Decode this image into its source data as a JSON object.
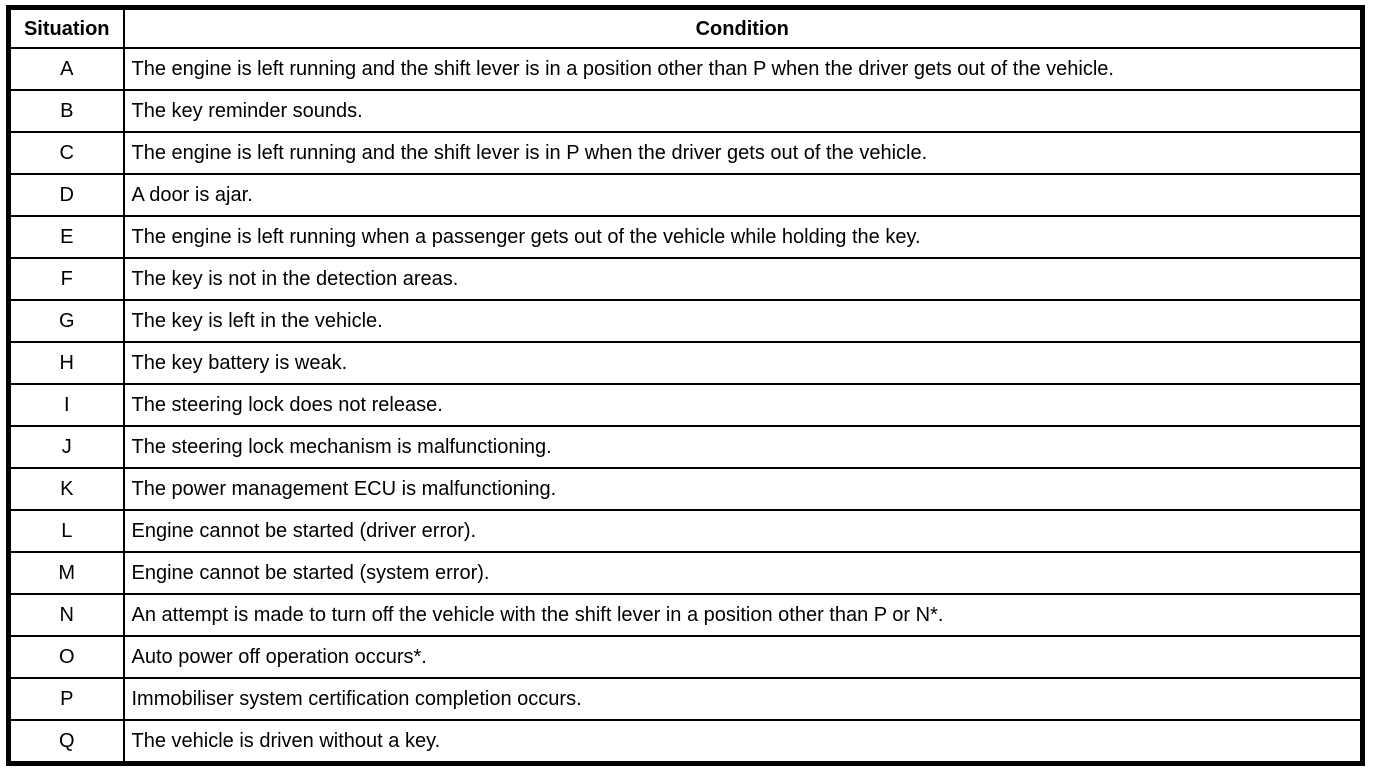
{
  "colors": {
    "border": "#000000",
    "text": "#000000",
    "background": "#ffffff"
  },
  "table": {
    "headers": {
      "situation": "Situation",
      "condition": "Condition"
    },
    "rows": [
      {
        "situation": "A",
        "condition": "The engine is left running and the shift lever is in a position other than P when the driver gets out of the vehicle."
      },
      {
        "situation": "B",
        "condition": "The key reminder sounds."
      },
      {
        "situation": "C",
        "condition": "The engine is left running and the shift lever is in P when the driver gets out of the vehicle."
      },
      {
        "situation": "D",
        "condition": "A door is ajar."
      },
      {
        "situation": "E",
        "condition": "The engine is left running when a passenger gets out of the vehicle while holding the key."
      },
      {
        "situation": "F",
        "condition": "The key is not in the detection areas."
      },
      {
        "situation": "G",
        "condition": "The key is left in the vehicle."
      },
      {
        "situation": "H",
        "condition": "The key battery is weak."
      },
      {
        "situation": "I",
        "condition": "The steering lock does not release."
      },
      {
        "situation": "J",
        "condition": "The steering lock mechanism is malfunctioning."
      },
      {
        "situation": "K",
        "condition": "The power management ECU is malfunctioning."
      },
      {
        "situation": "L",
        "condition": "Engine cannot be started (driver error)."
      },
      {
        "situation": "M",
        "condition": "Engine cannot be started (system error)."
      },
      {
        "situation": "N",
        "condition": "An attempt is made to turn off the vehicle with the shift lever in a position other than P or N*."
      },
      {
        "situation": "O",
        "condition": "Auto power off operation occurs*."
      },
      {
        "situation": "P",
        "condition": "Immobiliser system certification completion occurs."
      },
      {
        "situation": "Q",
        "condition": "The vehicle is driven without a key."
      }
    ]
  }
}
